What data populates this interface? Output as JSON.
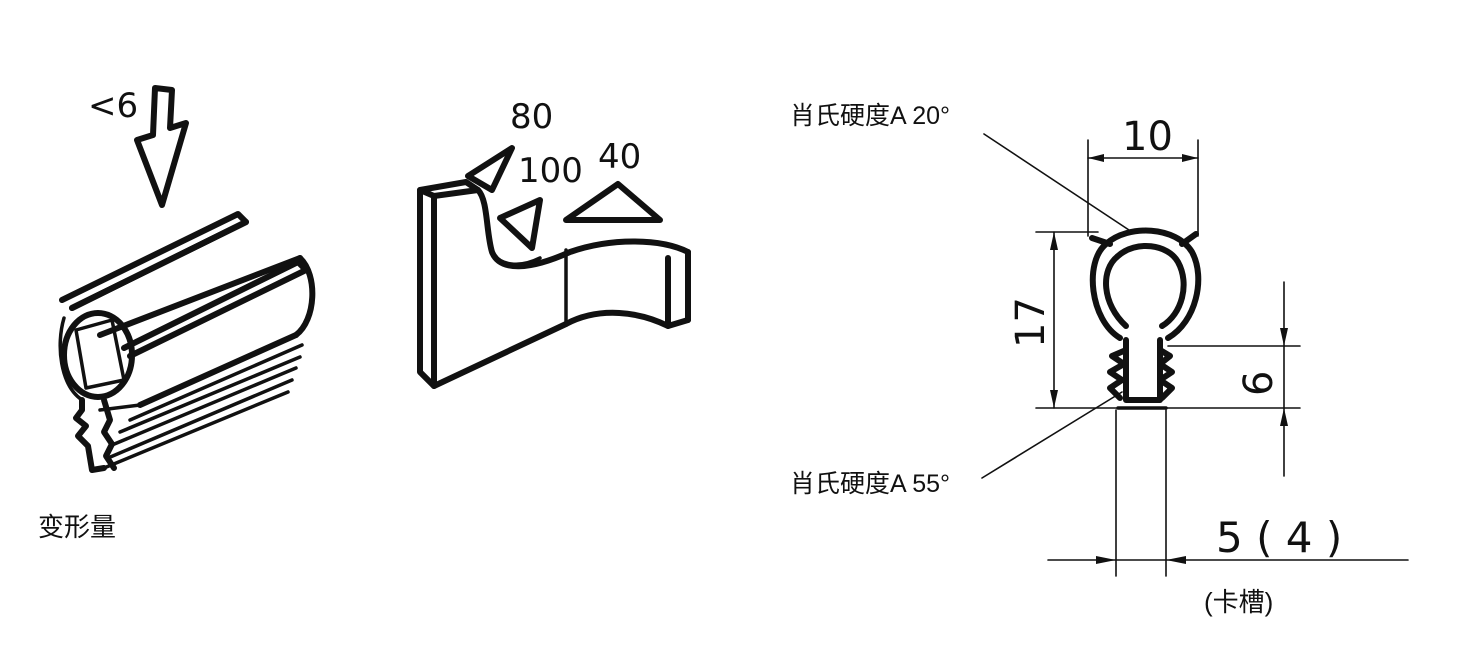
{
  "left_figure": {
    "force_value": "<6",
    "caption": "变形量"
  },
  "middle_figure": {
    "angle_top": "80",
    "angle_inner": "100",
    "angle_right": "40"
  },
  "right_figure": {
    "hardness_top": "肖氏硬度A 20°",
    "hardness_bottom": "肖氏硬度A 55°",
    "width_dim": "10",
    "height_dim": "17",
    "groove_depth_dim": "6",
    "groove_width_dim": "5 ( 4 )",
    "groove_note": "(卡槽)"
  }
}
